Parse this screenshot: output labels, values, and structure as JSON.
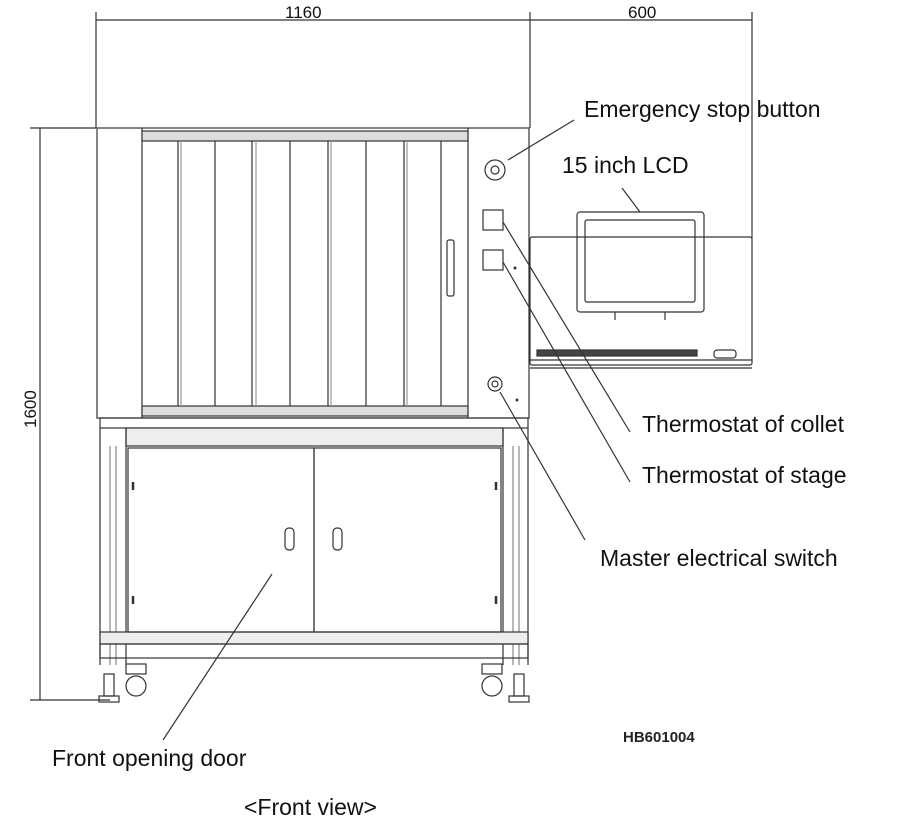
{
  "dimensions": {
    "width": "1160",
    "side_width": "600",
    "height": "1600"
  },
  "callouts": {
    "emergency_stop": "Emergency stop button",
    "lcd": "15 inch LCD",
    "thermostat_collet": "Thermostat of collet",
    "thermostat_stage": "Thermostat of stage",
    "master_switch": "Master electrical switch",
    "front_door": "Front opening door"
  },
  "drawing_code": "HB601004",
  "caption": "<Front view>"
}
